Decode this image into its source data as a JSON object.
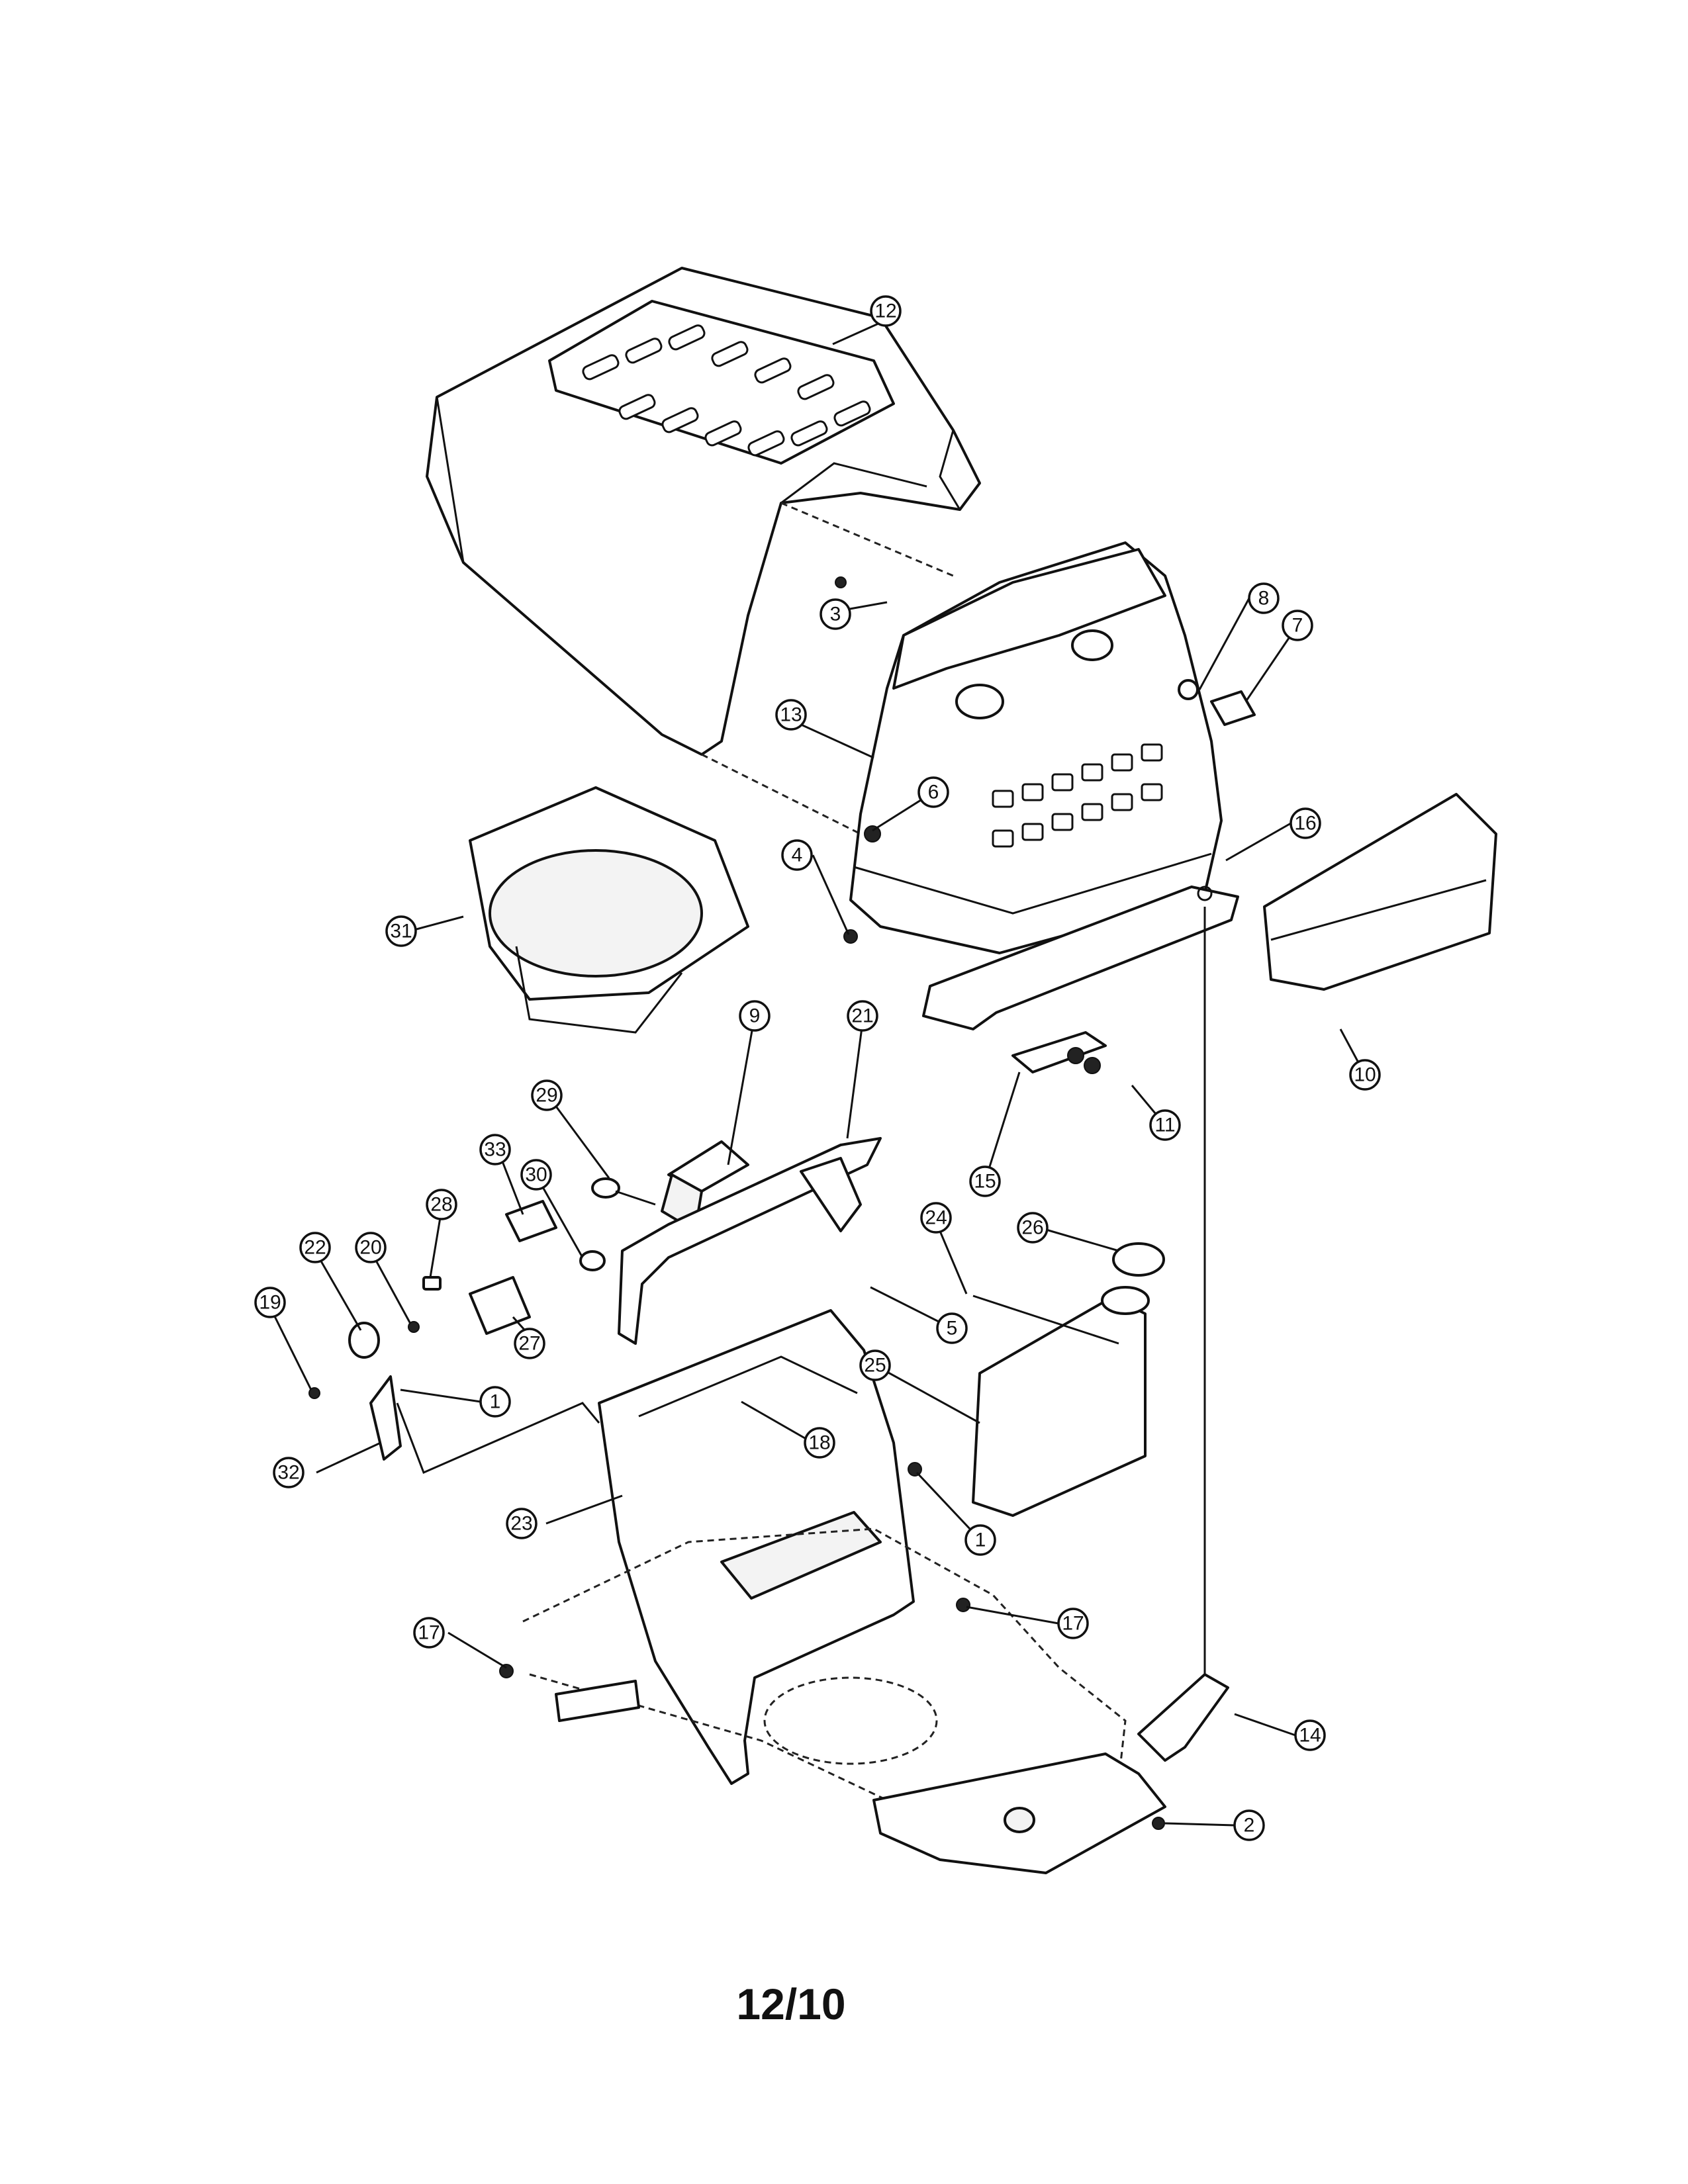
{
  "page_label": "12/10",
  "callouts": [
    {
      "id": "c12",
      "label": "12"
    },
    {
      "id": "c3",
      "label": "3"
    },
    {
      "id": "c8",
      "label": "8"
    },
    {
      "id": "c7",
      "label": "7"
    },
    {
      "id": "c13",
      "label": "13"
    },
    {
      "id": "c6",
      "label": "6"
    },
    {
      "id": "c16",
      "label": "16"
    },
    {
      "id": "c4",
      "label": "4"
    },
    {
      "id": "c31",
      "label": "31"
    },
    {
      "id": "c10",
      "label": "10"
    },
    {
      "id": "c11",
      "label": "11"
    },
    {
      "id": "c9",
      "label": "9"
    },
    {
      "id": "c21",
      "label": "21"
    },
    {
      "id": "c29",
      "label": "29"
    },
    {
      "id": "c15",
      "label": "15"
    },
    {
      "id": "c33",
      "label": "33"
    },
    {
      "id": "c30",
      "label": "30"
    },
    {
      "id": "c24",
      "label": "24"
    },
    {
      "id": "c26",
      "label": "26"
    },
    {
      "id": "c28",
      "label": "28"
    },
    {
      "id": "c22",
      "label": "22"
    },
    {
      "id": "c20",
      "label": "20"
    },
    {
      "id": "c5",
      "label": "5"
    },
    {
      "id": "c19",
      "label": "19"
    },
    {
      "id": "c25",
      "label": "25"
    },
    {
      "id": "c27",
      "label": "27"
    },
    {
      "id": "c1a",
      "label": "1"
    },
    {
      "id": "c18",
      "label": "18"
    },
    {
      "id": "c32",
      "label": "32"
    },
    {
      "id": "c23",
      "label": "23"
    },
    {
      "id": "c1b",
      "label": "1"
    },
    {
      "id": "c17a",
      "label": "17"
    },
    {
      "id": "c17b",
      "label": "17"
    },
    {
      "id": "c14",
      "label": "14"
    },
    {
      "id": "c2",
      "label": "2"
    }
  ]
}
